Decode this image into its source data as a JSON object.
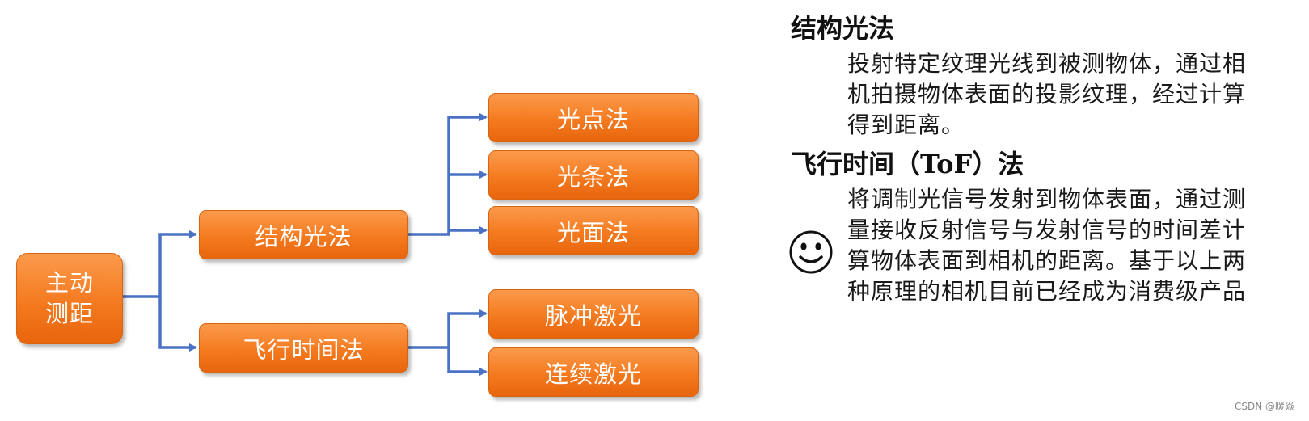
{
  "diagram": {
    "root": {
      "line1": "主动",
      "line2": "测距"
    },
    "branches": {
      "structured": "结构光法",
      "tof": "飞行时间法"
    },
    "leaves": {
      "point": "光点法",
      "stripe": "光条法",
      "plane": "光面法",
      "pulse": "脉冲激光",
      "continuous": "连续激光"
    },
    "colors": {
      "node_fill": "#f47a1f",
      "connector": "#4a72c4"
    }
  },
  "text": {
    "heading1": "结构光法",
    "para1": "投射特定纹理光线到被测物体，通过相机拍摄物体表面的投影纹理，经过计算得到距离。",
    "heading2": "飞行时间（ToF）法",
    "para2": "将调制光信号发射到物体表面，通过测量接收反射信号与发射信号的时间差计算物体表面到相机的距离。基于以上两种原理的相机目前已经成为消费级产品"
  },
  "icons": {
    "smiley": "smiley-face-icon"
  },
  "watermark": "CSDN @暖焱"
}
